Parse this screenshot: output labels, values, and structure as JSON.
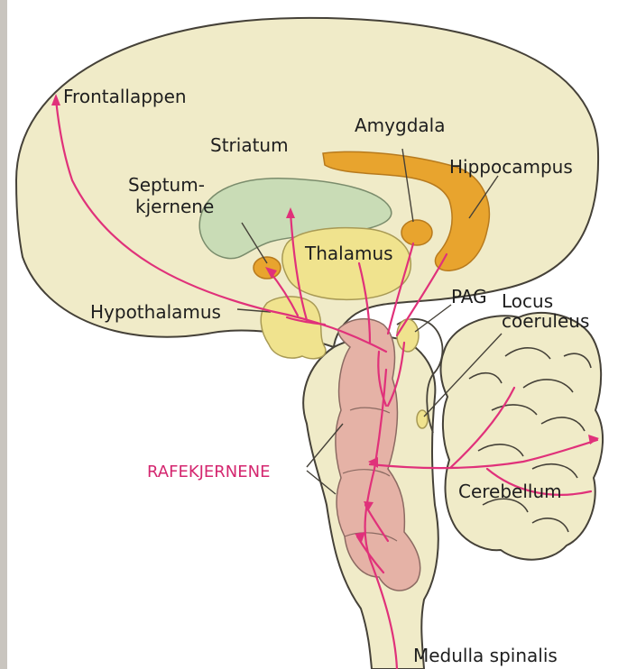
{
  "colors": {
    "page": "#ffffff",
    "scan_edge": "#c9c5bf",
    "brain": "#f0ebc8",
    "outline": "#454138",
    "green_striatum": "#c9dcb6",
    "orange": "#e8a42e",
    "yellow_thalamus": "#f0e38e",
    "raphe_red": "#e5b2a6",
    "serotonin_pathway": "#e0317a",
    "label_text": "#1e1e1e",
    "raphe_label": "#d4266f"
  },
  "labels": {
    "frontallappen": "Frontallappen",
    "striatum": "Striatum",
    "amygdala": "Amygdala",
    "hippocampus": "Hippocampus",
    "septum_line1": "Septum-",
    "septum_line2": "kjernene",
    "thalamus": "Thalamus",
    "hypothalamus": "Hypothalamus",
    "pag": "PAG",
    "locus_line1": "Locus",
    "locus_line2": "coeruleus",
    "rafekjernene": "RAFEKJERNENE",
    "cerebellum": "Cerebellum",
    "medulla": "Medulla spinalis"
  }
}
